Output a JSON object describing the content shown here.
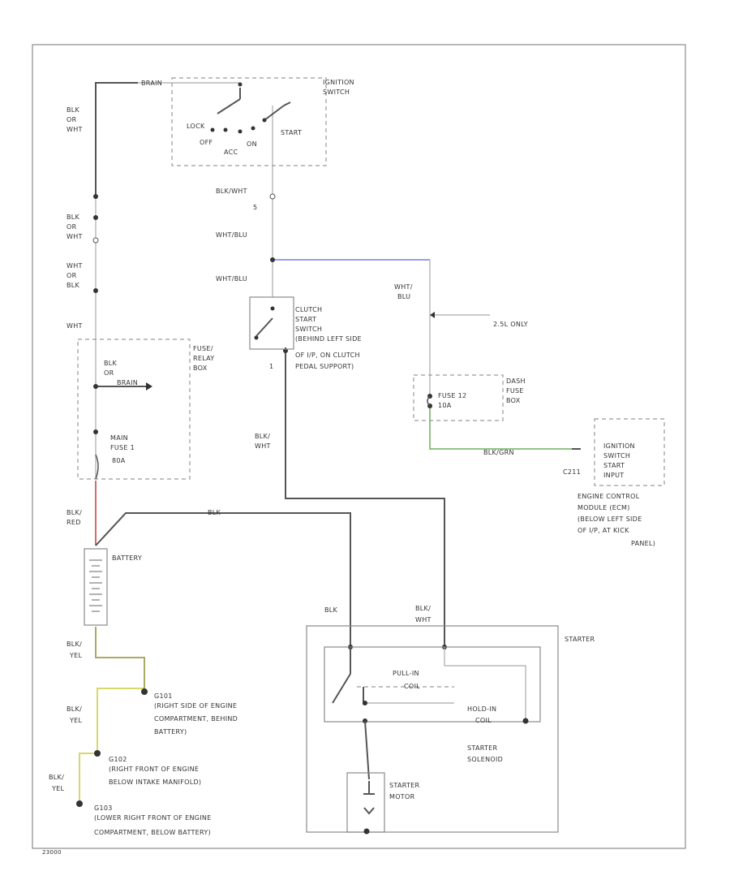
{
  "colors": {
    "wire": "#555555",
    "blue_wire": "#7b7be0",
    "green_wire": "#6bb05a",
    "red_wire": "#d76a6a",
    "yellow_wire": "#d8d86a"
  },
  "ignition_switch": {
    "label": [
      "IGNITION",
      "SWITCH"
    ],
    "positions": {
      "lock": "LOCK",
      "off": "OFF",
      "acc": "ACC",
      "on": "ON",
      "start": "START"
    },
    "top_wire": "BRAIN"
  },
  "wires": {
    "blk_or_wht_1": [
      "BLK",
      "OR",
      "WHT"
    ],
    "blk_or_wht_2": [
      "BLK",
      "OR",
      "WHT"
    ],
    "wht_or_blk": [
      "WHT",
      "OR",
      "BLK"
    ],
    "wht": "WHT",
    "blk_wht_top": "BLK/WHT",
    "pin_5": "5",
    "wht_blu_1": "WHT/BLU",
    "wht_blu_2": "WHT/BLU",
    "wht_blu_3": [
      "WHT/",
      "BLU"
    ],
    "blk_wht_left": [
      "BLK/",
      "WHT"
    ],
    "blk_red": [
      "BLK/",
      "RED"
    ],
    "blk_top": "BLK",
    "blk_yel_1": [
      "BLK/",
      "YEL"
    ],
    "blk_yel_2": [
      "BLK/",
      "YEL"
    ],
    "blk_yel_3": [
      "BLK/",
      "YEL"
    ],
    "blk_starter": "BLK",
    "blk_wht_starter": [
      "BLK/",
      "WHT"
    ],
    "blk_grn": "BLK/GRN",
    "blk_or_brain": [
      "BLK",
      "OR",
      "BRAIN"
    ],
    "pin_1": "1"
  },
  "fuse_relay_box": {
    "label": [
      "FUSE/",
      "RELAY",
      "BOX"
    ],
    "fuse": [
      "MAIN",
      "FUSE 1",
      "80A"
    ]
  },
  "clutch_switch": {
    "label": [
      "CLUTCH",
      "START",
      "SWITCH",
      "(BEHIND LEFT SIDE",
      "OF I/P, ON CLUTCH",
      "PEDAL SUPPORT)"
    ]
  },
  "dash_fuse_box": {
    "label": [
      "DASH",
      "FUSE",
      "BOX"
    ],
    "fuse": [
      "FUSE 12",
      "10A"
    ],
    "note": "2.5L ONLY"
  },
  "ecm": {
    "label": [
      "IGNITION",
      "SWITCH",
      "START",
      "INPUT"
    ],
    "connector": "C211",
    "location": [
      "ENGINE CONTROL",
      "MODULE (ECM)",
      "(BELOW LEFT SIDE",
      "OF I/P, AT KICK",
      "PANEL)"
    ]
  },
  "battery": {
    "label": "BATTERY"
  },
  "grounds": {
    "g101": {
      "id": "G101",
      "desc": [
        "(RIGHT SIDE OF ENGINE",
        "COMPARTMENT, BEHIND",
        "BATTERY)"
      ]
    },
    "g102": {
      "id": "G102",
      "desc": [
        "(RIGHT FRONT OF ENGINE",
        "BELOW INTAKE MANIFOLD)"
      ]
    },
    "g103": {
      "id": "G103",
      "desc": [
        "(LOWER RIGHT FRONT OF ENGINE",
        "COMPARTMENT, BELOW BATTERY)"
      ]
    }
  },
  "starter": {
    "label": "STARTER",
    "pull_in": [
      "PULL-IN",
      "COIL"
    ],
    "hold_in": [
      "HOLD-IN",
      "COIL"
    ],
    "solenoid": [
      "STARTER",
      "SOLENOID"
    ],
    "motor": [
      "STARTER",
      "MOTOR"
    ]
  },
  "footer_id": "23000"
}
